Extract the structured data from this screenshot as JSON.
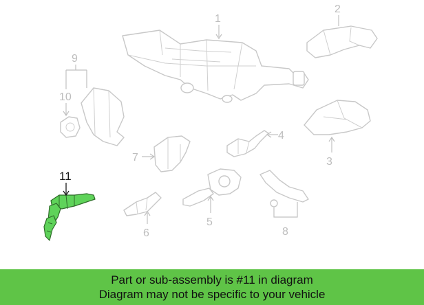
{
  "diagram": {
    "callouts": {
      "c1": "1",
      "c2": "2",
      "c3": "3",
      "c4": "4",
      "c5": "5",
      "c6": "6",
      "c7": "7",
      "c8": "8",
      "c9": "9",
      "c10": "10",
      "c11": "11"
    },
    "highlighted_part": "11"
  },
  "footer": {
    "line1": "Part or sub-assembly is #11 in diagram",
    "line2": "Diagram may not be specific to your vehicle"
  },
  "colors": {
    "highlight": "#5fd35a",
    "footer_background": "#5fc447",
    "parts_outline": "#c8c8c8"
  }
}
